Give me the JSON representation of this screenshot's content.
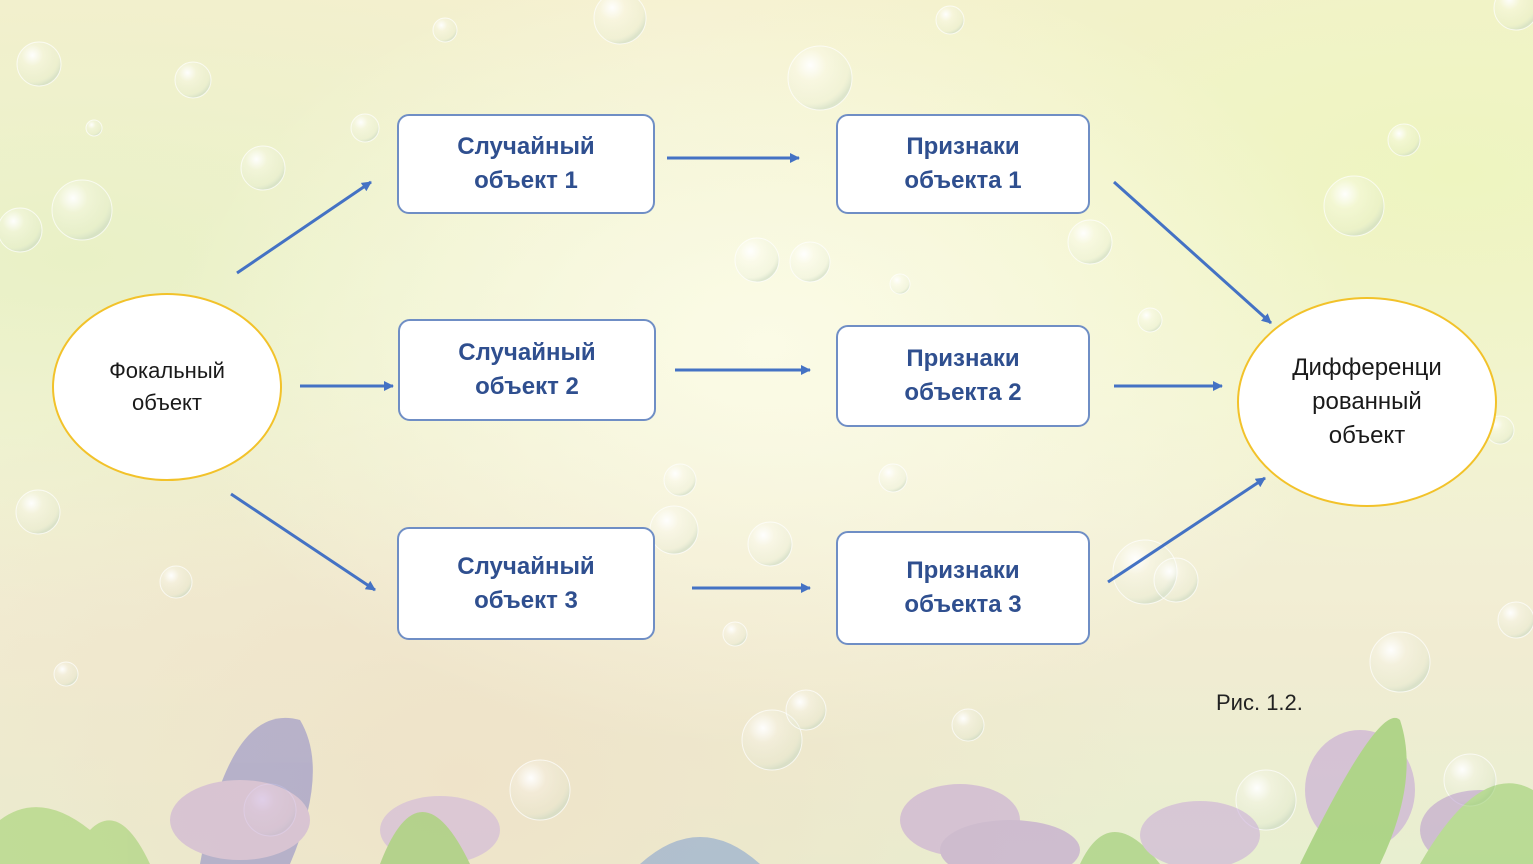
{
  "diagram": {
    "focal": {
      "label": "Фокальный\nобъект"
    },
    "random_objects": [
      {
        "label": "Случайный\nобъект 1"
      },
      {
        "label": "Случайный\nобъект 2"
      },
      {
        "label": "Случайный\nобъект 3"
      }
    ],
    "features": [
      {
        "label": "Признаки\nобъекта 1"
      },
      {
        "label": "Признаки\nобъекта 2"
      },
      {
        "label": "Признаки\nобъекта 3"
      }
    ],
    "result": {
      "label": "Дифференци\nрованный\nобъект"
    },
    "caption": "Рис. 1.2."
  },
  "colors": {
    "arrow": "#4472c4",
    "box_border": "#6f8ec5",
    "box_text": "#2f4f8f",
    "ellipse_border": "#f2c22a"
  }
}
